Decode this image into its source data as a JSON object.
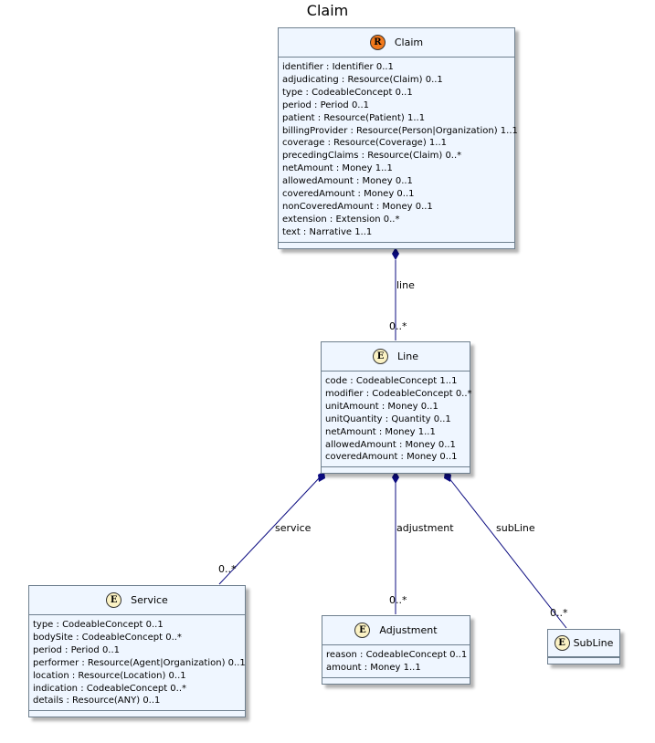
{
  "title": "Claim",
  "colors": {
    "resource_badge": "#f2791c",
    "element_badge": "#fbf2c4",
    "class_fill": "#eff6ff",
    "border": "#6e7f8e",
    "link": "#0b0b80"
  },
  "classes": {
    "claim": {
      "badge": "R",
      "badge_icon": "resource-badge-icon",
      "name": "Claim",
      "attributes": [
        "identifier : Identifier 0..1",
        "adjudicating : Resource(Claim) 0..1",
        "type : CodeableConcept 0..1",
        "period : Period 0..1",
        "patient : Resource(Patient) 1..1",
        "billingProvider : Resource(Person|Organization) 1..1",
        "coverage : Resource(Coverage) 1..1",
        "precedingClaims : Resource(Claim) 0..*",
        "netAmount : Money 1..1",
        "allowedAmount : Money 0..1",
        "coveredAmount : Money 0..1",
        "nonCoveredAmount : Money 0..1",
        "extension : Extension 0..*",
        "text : Narrative 1..1"
      ]
    },
    "line": {
      "badge": "E",
      "badge_icon": "element-badge-icon",
      "name": "Line",
      "attributes": [
        "code : CodeableConcept 1..1",
        "modifier : CodeableConcept 0..*",
        "unitAmount : Money 0..1",
        "unitQuantity : Quantity 0..1",
        "netAmount : Money 1..1",
        "allowedAmount : Money 0..1",
        "coveredAmount : Money 0..1"
      ]
    },
    "service": {
      "badge": "E",
      "badge_icon": "element-badge-icon",
      "name": "Service",
      "attributes": [
        "type : CodeableConcept 0..1",
        "bodySite : CodeableConcept 0..*",
        "period : Period 0..1",
        "performer : Resource(Agent|Organization) 0..1",
        "location : Resource(Location) 0..1",
        "indication : CodeableConcept 0..*",
        "details : Resource(ANY) 0..1"
      ]
    },
    "adjustment": {
      "badge": "E",
      "badge_icon": "element-badge-icon",
      "name": "Adjustment",
      "attributes": [
        "reason : CodeableConcept 0..1",
        "amount : Money 1..1"
      ]
    },
    "subline": {
      "badge": "E",
      "badge_icon": "element-badge-icon",
      "name": "SubLine",
      "attributes": []
    }
  },
  "associations": [
    {
      "id": "claim-line",
      "label": "line",
      "multiplicity": "0..*"
    },
    {
      "id": "line-service",
      "label": "service",
      "multiplicity": "0..*"
    },
    {
      "id": "line-adjustment",
      "label": "adjustment",
      "multiplicity": "0..*"
    },
    {
      "id": "line-subline",
      "label": "subLine",
      "multiplicity": "0..*"
    }
  ]
}
